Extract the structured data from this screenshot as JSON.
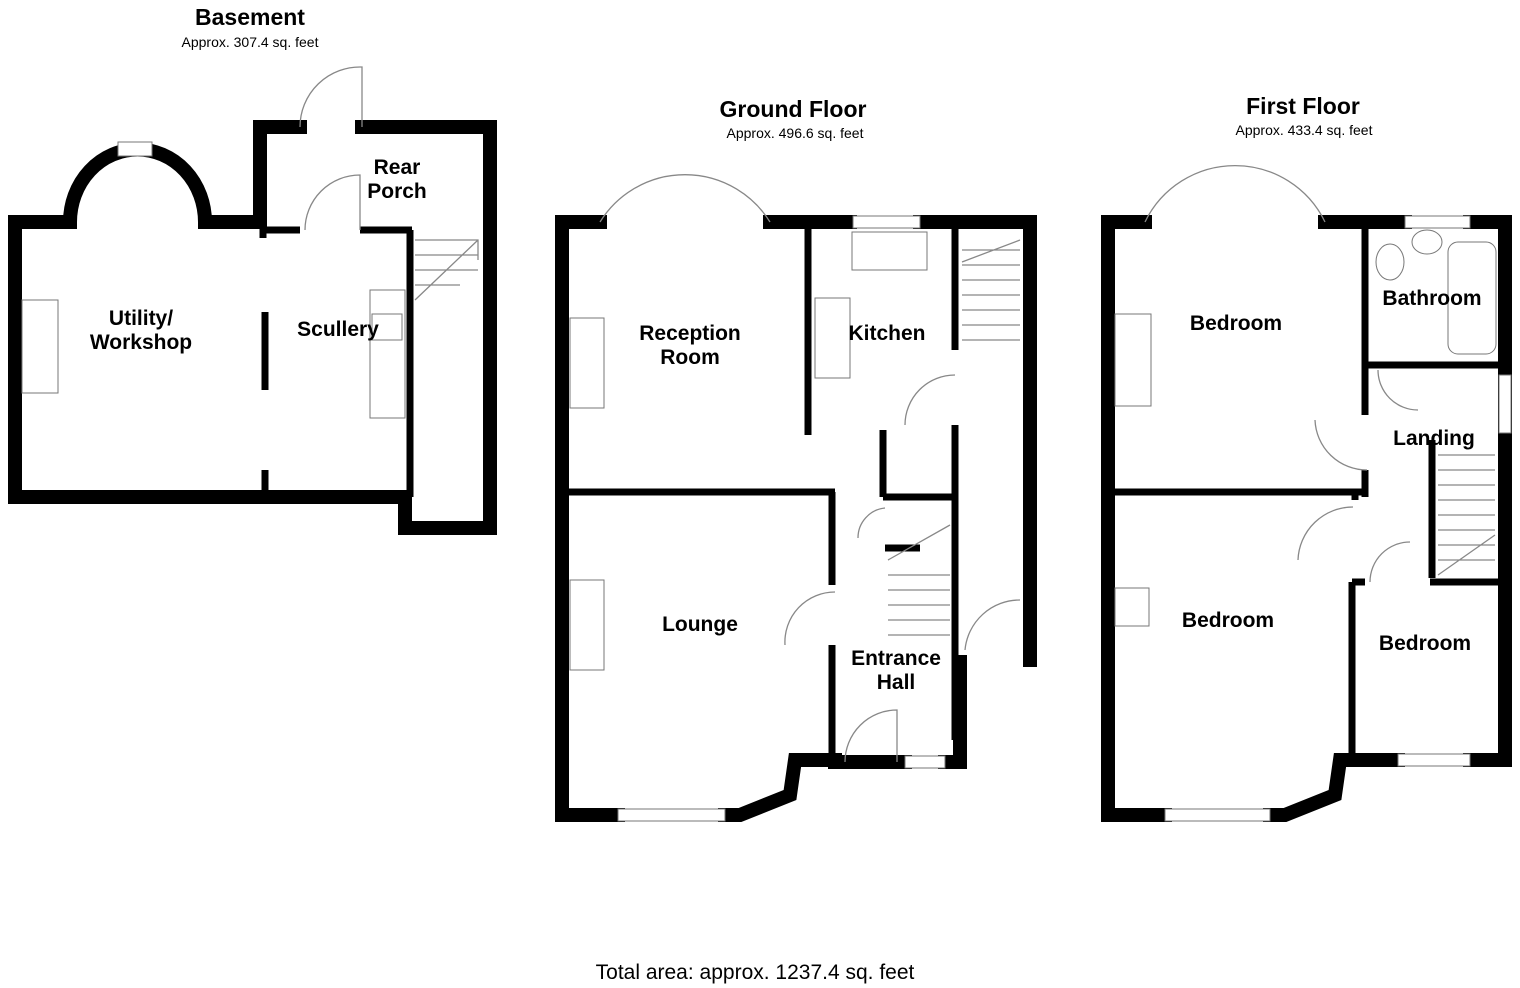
{
  "floors": {
    "basement": {
      "title": "Basement",
      "area": "Approx. 307.4 sq. feet",
      "rooms": {
        "utility_1": "Utility/",
        "utility_2": "Workshop",
        "scullery": "Scullery",
        "porch_1": "Rear",
        "porch_2": "Porch"
      }
    },
    "ground": {
      "title": "Ground Floor",
      "area": "Approx. 496.6 sq. feet",
      "rooms": {
        "reception_1": "Reception",
        "reception_2": "Room",
        "kitchen": "Kitchen",
        "lounge": "Lounge",
        "hall_1": "Entrance",
        "hall_2": "Hall"
      }
    },
    "first": {
      "title": "First Floor",
      "area": "Approx. 433.4 sq. feet",
      "rooms": {
        "bedroom_1": "Bedroom",
        "bathroom": "Bathroom",
        "landing": "Landing",
        "bedroom_2": "Bedroom",
        "bedroom_3": "Bedroom"
      }
    }
  },
  "total_area": "Total area: approx. 1237.4 sq. feet"
}
